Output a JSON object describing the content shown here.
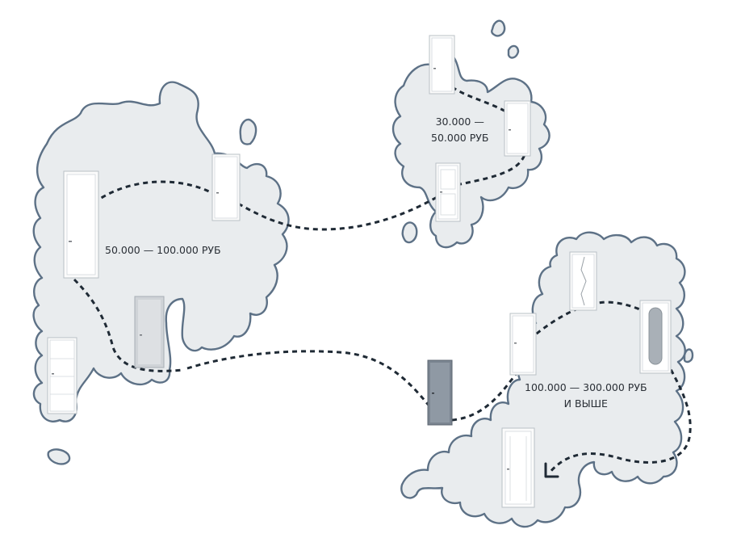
{
  "zones": [
    {
      "id": "mid",
      "lines": [
        "50.000 — 100.000 РУБ"
      ]
    },
    {
      "id": "low",
      "lines": [
        "30.000 —",
        "50.000 РУБ"
      ]
    },
    {
      "id": "high",
      "lines": [
        "100.000 — 300.000 РУБ",
        "И ВЫШЕ"
      ]
    }
  ],
  "colors": {
    "land_fill": "#e9ecee",
    "coastline": "#5d7186",
    "route": "#1f2a35",
    "text": "#2a2f36"
  }
}
